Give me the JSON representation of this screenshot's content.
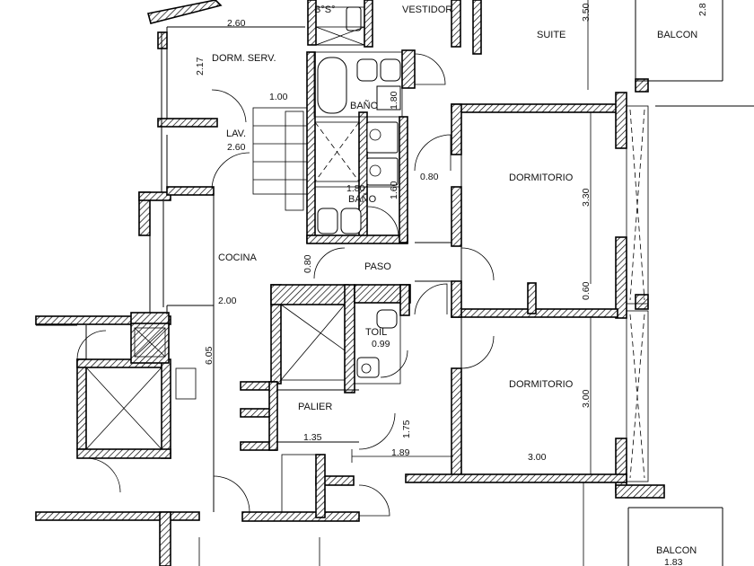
{
  "plan": {
    "rooms": {
      "banos_servicio": "B°S°",
      "vestidor": "VESTIDOR",
      "suite": "SUITE",
      "balcon_top": "BALCON",
      "dorm_serv": "DORM. SERV.",
      "bano_1": "BAÑO",
      "lav": "LAV.",
      "dormitorio_1": "DORMITORIO",
      "bano_2": "BAÑO",
      "cocina": "COCINA",
      "paso": "PASO",
      "toil": "TOIL",
      "dormitorio_2": "DORMITORIO",
      "palier": "PALIER",
      "balcon_bottom": "BALCON"
    },
    "dimensions": {
      "d_260_top": "2.60",
      "d_217": "2.17",
      "d_350": "3.50",
      "d_28": "2.8",
      "d_100": "1.00",
      "d_180_v": "1.80",
      "d_260_lav": "2.60",
      "d_080_h": "0.80",
      "d_330": "3.30",
      "d_180_h": "1.80",
      "d_160": "1.60",
      "d_080_v": "0.80",
      "d_060": "0.60",
      "d_200": "2.00",
      "d_605": "6.05",
      "d_099": "0.99",
      "d_300_v": "3.00",
      "d_175": "1.75",
      "d_135": "1.35",
      "d_189": "1.89",
      "d_300_h": "3.00",
      "d_183": "1.83"
    }
  }
}
